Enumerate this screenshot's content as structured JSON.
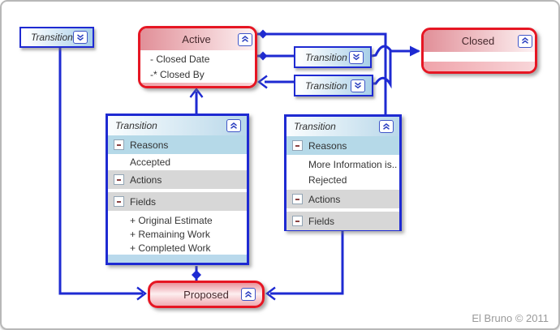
{
  "diagram": {
    "watermark": "El Bruno © 2011",
    "colors": {
      "connector_blue": "#1e2ad2",
      "state_border_red": "#e61623",
      "reasons_section_blue": "#b5d9e8",
      "actions_fields_gray": "#d7d7d7"
    }
  },
  "states": {
    "active": {
      "title": "Active",
      "fields": [
        "- Closed Date",
        "-* Closed By"
      ]
    },
    "closed": {
      "title": "Closed"
    },
    "proposed": {
      "title": "Proposed"
    }
  },
  "transitions": {
    "initial_to_proposed": {
      "label": "Transition"
    },
    "active_to_closed": {
      "label": "Transition"
    },
    "closed_to_active": {
      "label": "Transition"
    },
    "proposed_to_active": {
      "label": "Transition",
      "sections": {
        "reasons": "Reasons",
        "actions": "Actions",
        "fields": "Fields"
      },
      "reasons_items": [
        "Accepted"
      ],
      "fields_items": [
        "+ Original Estimate",
        "+ Remaining Work",
        "+ Completed Work"
      ]
    },
    "active_to_proposed": {
      "label": "Transition",
      "sections": {
        "reasons": "Reasons",
        "actions": "Actions",
        "fields": "Fields"
      },
      "reasons_items": [
        "More Information is..",
        "Rejected"
      ]
    }
  },
  "icons": {
    "collapse": "chevron-double-up",
    "expand": "chevron-double-down",
    "section_toggle": "minus-box"
  }
}
